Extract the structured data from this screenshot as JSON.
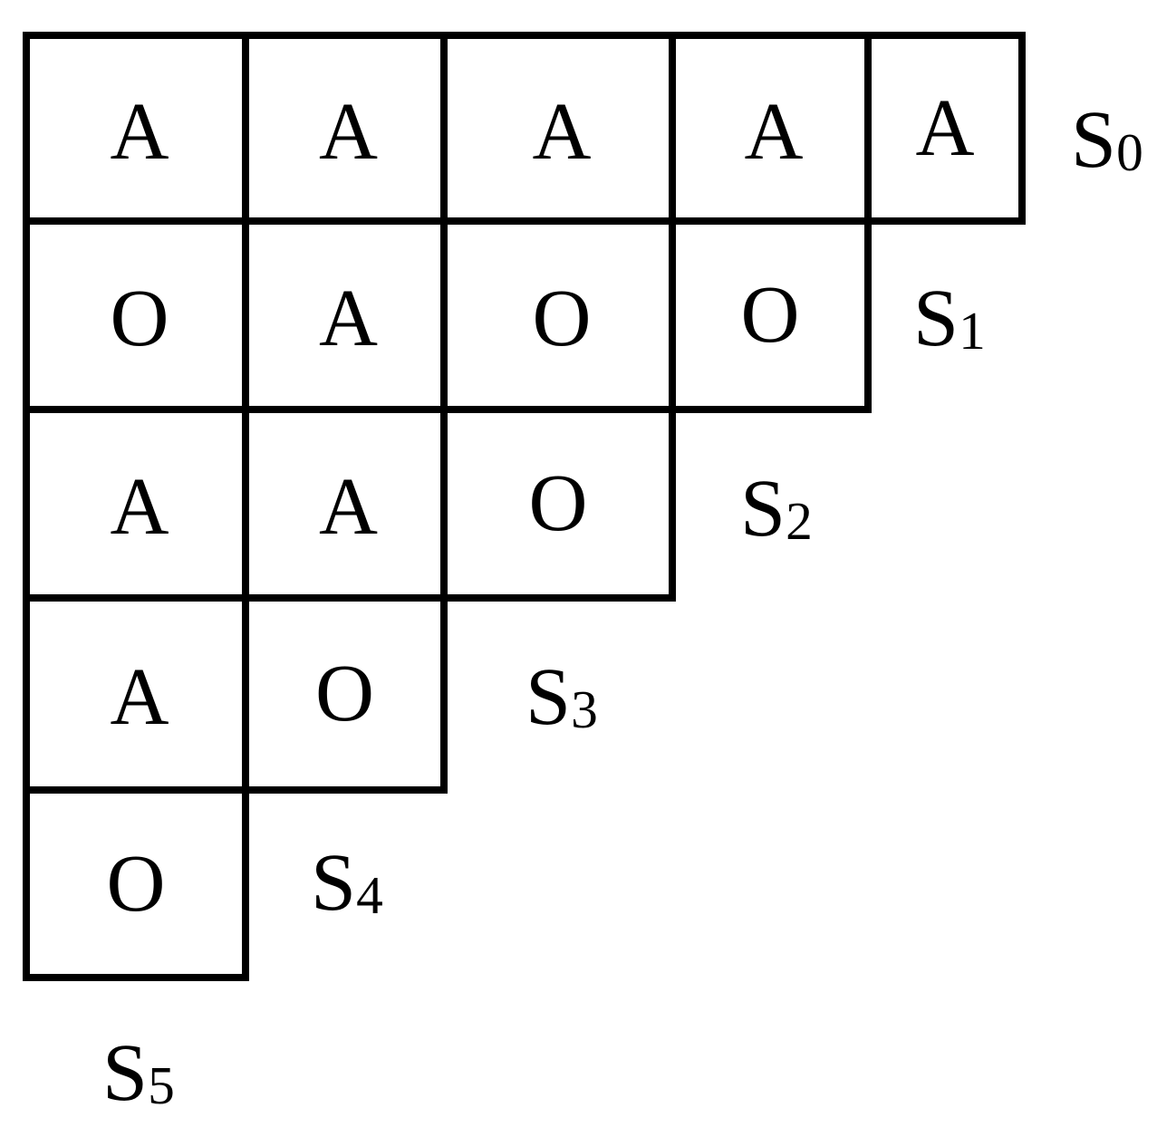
{
  "figure": {
    "type": "triangular-grid-diagram",
    "colors": {
      "line": "#000000",
      "background": "#ffffff",
      "text": "#000000"
    },
    "rows": [
      {
        "cells": [
          "A",
          "A",
          "A",
          "A",
          "A"
        ],
        "label": {
          "base": "S",
          "sub": "0"
        }
      },
      {
        "cells": [
          "O",
          "A",
          "O",
          "O"
        ],
        "label": {
          "base": "S",
          "sub": "1"
        }
      },
      {
        "cells": [
          "A",
          "A",
          "O"
        ],
        "label": {
          "base": "S",
          "sub": "2"
        }
      },
      {
        "cells": [
          "A",
          "O"
        ],
        "label": {
          "base": "S",
          "sub": "3"
        }
      },
      {
        "cells": [
          "O"
        ],
        "label": {
          "base": "S",
          "sub": "4"
        }
      },
      {
        "cells": [],
        "label": {
          "base": "S",
          "sub": "5"
        }
      }
    ]
  }
}
